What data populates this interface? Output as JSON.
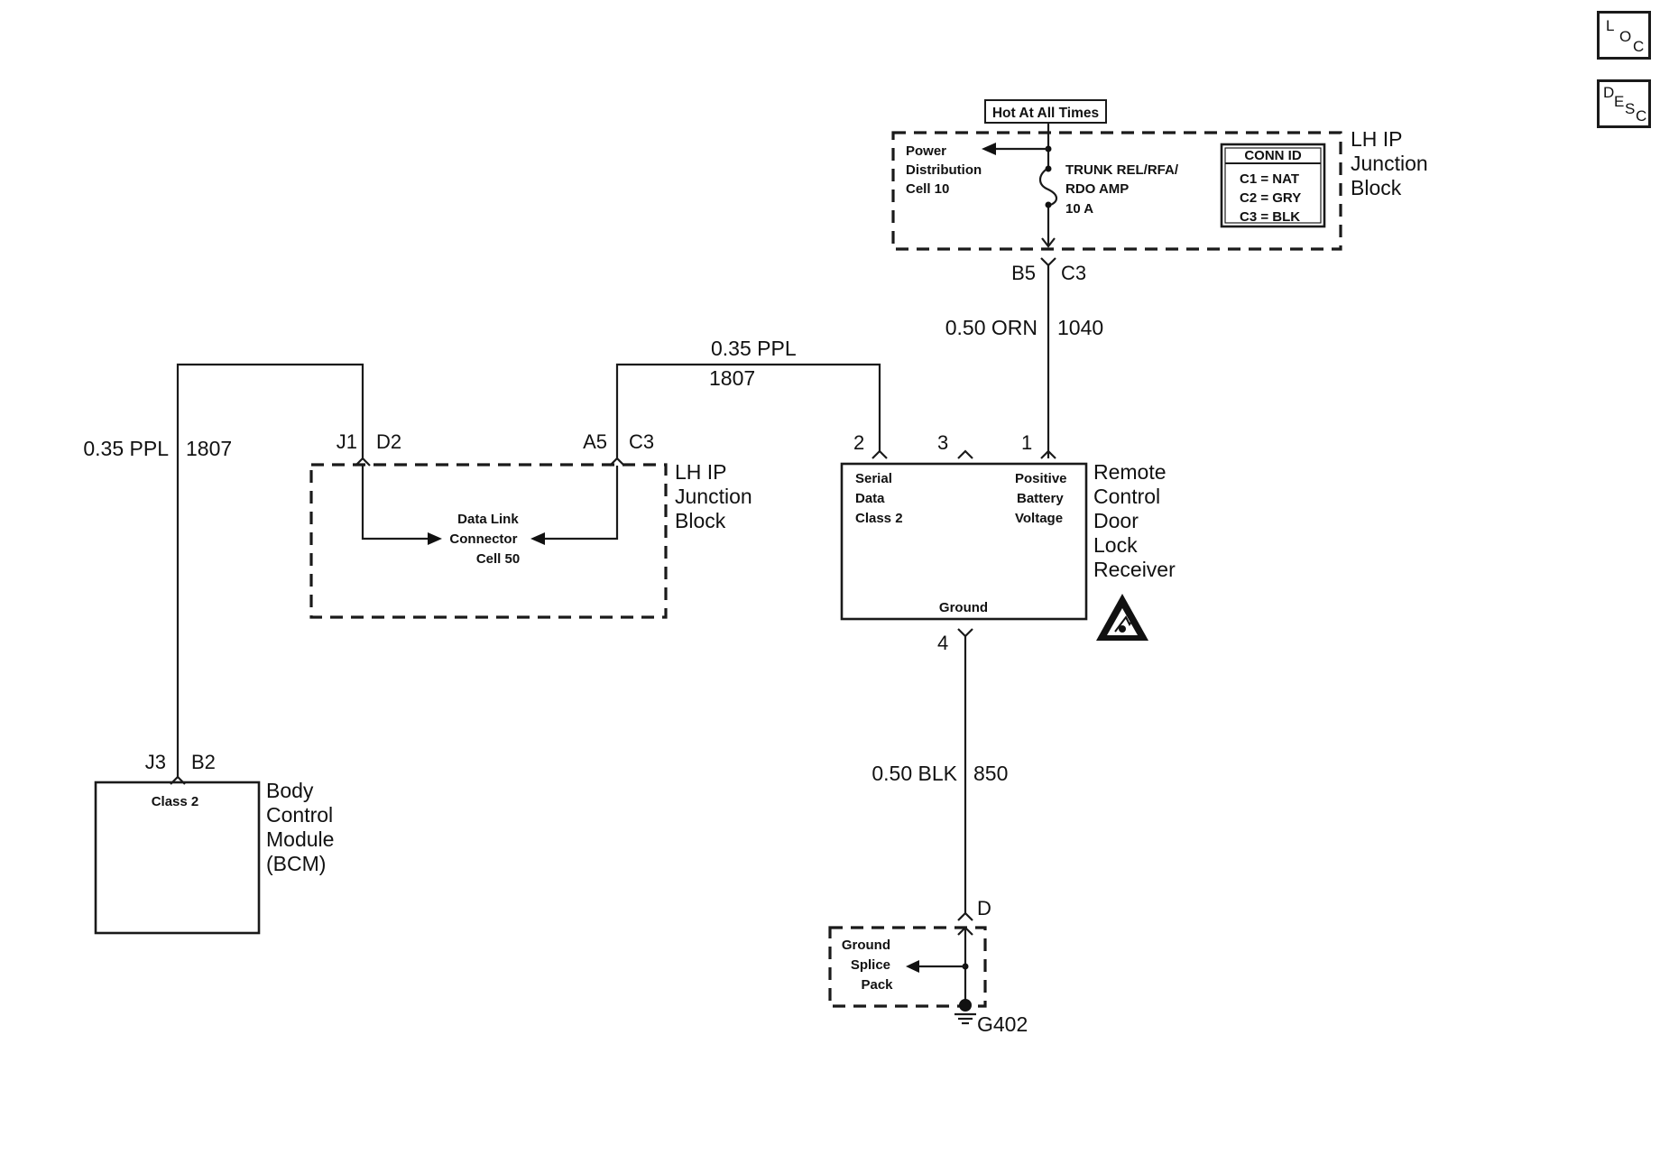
{
  "nav": {
    "loc": {
      "a": "L",
      "b": "O",
      "c": "C"
    },
    "desc": {
      "a": "D",
      "b": "E",
      "c": "S",
      "d": "C"
    }
  },
  "hot_label": "Hot At All Times",
  "top_block": {
    "name_lines": [
      "LH IP",
      "Junction",
      "Block"
    ],
    "power_dist": [
      "Power",
      "Distribution",
      "Cell 10"
    ],
    "fuse": [
      "TRUNK REL/RFA/",
      "RDO AMP",
      "10 A"
    ],
    "conn_id": {
      "title": "CONN ID",
      "rows": [
        "C1 = NAT",
        "C2 = GRY",
        "C3 = BLK"
      ]
    },
    "pin_left": "B5",
    "pin_right": "C3"
  },
  "wires": {
    "orange": {
      "size": "0.50 ORN",
      "circuit": "1040"
    },
    "top_ppl": {
      "size": "0.35 PPL",
      "circuit": "1807"
    },
    "left_ppl": {
      "size": "0.35 PPL",
      "circuit": "1807"
    },
    "black": {
      "size": "0.50 BLK",
      "circuit": "850"
    }
  },
  "dlc_block": {
    "name_lines": [
      "LH IP",
      "Junction",
      "Block"
    ],
    "dlc": [
      "Data Link",
      "Connector",
      "Cell 50"
    ],
    "pins": {
      "j1": "J1",
      "d2": "D2",
      "a5": "A5",
      "c3": "C3"
    }
  },
  "receiver": {
    "name_lines": [
      "Remote",
      "Control",
      "Door",
      "Lock",
      "Receiver"
    ],
    "serial": [
      "Serial",
      "Data",
      "Class 2"
    ],
    "battery": [
      "Positive",
      "Battery",
      "Voltage"
    ],
    "ground": "Ground",
    "pins": {
      "p1": "1",
      "p2": "2",
      "p3": "3",
      "p4": "4"
    }
  },
  "bcm": {
    "name_lines": [
      "Body",
      "Control",
      "Module",
      "(BCM)"
    ],
    "inner": "Class 2",
    "pins": {
      "j3": "J3",
      "b2": "B2"
    }
  },
  "ground_splice": {
    "lines": [
      "Ground",
      "Splice",
      "Pack"
    ],
    "pin": "D",
    "ground_id": "G402"
  }
}
